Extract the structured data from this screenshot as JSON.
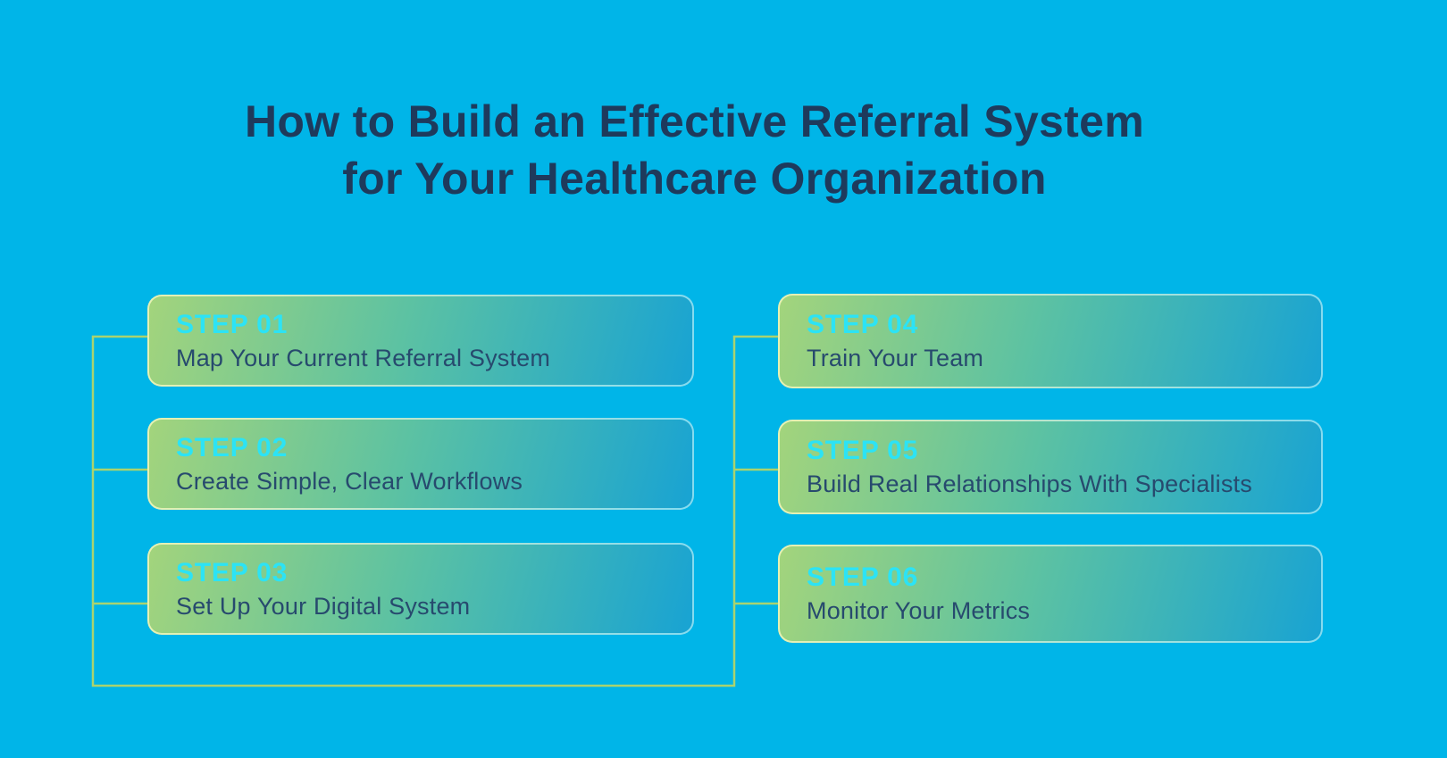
{
  "title": {
    "line1": "How to Build an Effective Referral System",
    "line2": "for Your Healthcare Organization"
  },
  "steps": [
    {
      "label": "STEP 01",
      "title": "Map Your Current Referral System"
    },
    {
      "label": "STEP 02",
      "title": "Create Simple, Clear Workflows"
    },
    {
      "label": "STEP 03",
      "title": "Set Up Your Digital System"
    },
    {
      "label": "STEP 04",
      "title": "Train Your Team"
    },
    {
      "label": "STEP 05",
      "title": "Build Real Relationships With Specialists"
    },
    {
      "label": "STEP 06",
      "title": "Monitor Your Metrics"
    }
  ],
  "colors": {
    "background": "#00b5e8",
    "title_text": "#1e3a5c",
    "step_label": "#2ce3f5",
    "step_title": "#274a6e",
    "connector": "#aad36f",
    "card_gradient_start": "#a3d47c",
    "card_gradient_mid": "#5dc2a2",
    "card_gradient_end": "#18a3d3",
    "card_border_start": "#e7f1b2",
    "card_border_end": "#86dbef"
  }
}
